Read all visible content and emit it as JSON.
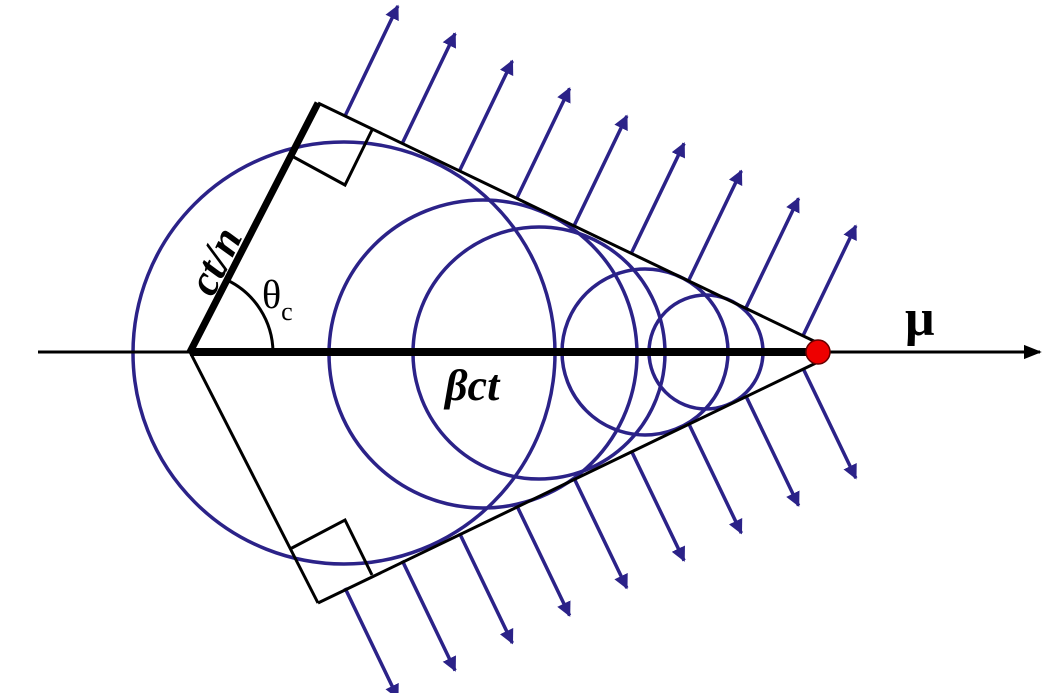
{
  "labels": {
    "muon": "μ",
    "theta": "θ",
    "theta_sub": "c",
    "distance_particle": "βct",
    "distance_light": "ct/n"
  },
  "colors": {
    "wavefront": "#2b2288",
    "arrow": "#2b2288",
    "particle": "#ee0000",
    "lines": "#000000"
  },
  "counts": {
    "wavefront_circles": 5,
    "arrows_per_side": 9
  }
}
